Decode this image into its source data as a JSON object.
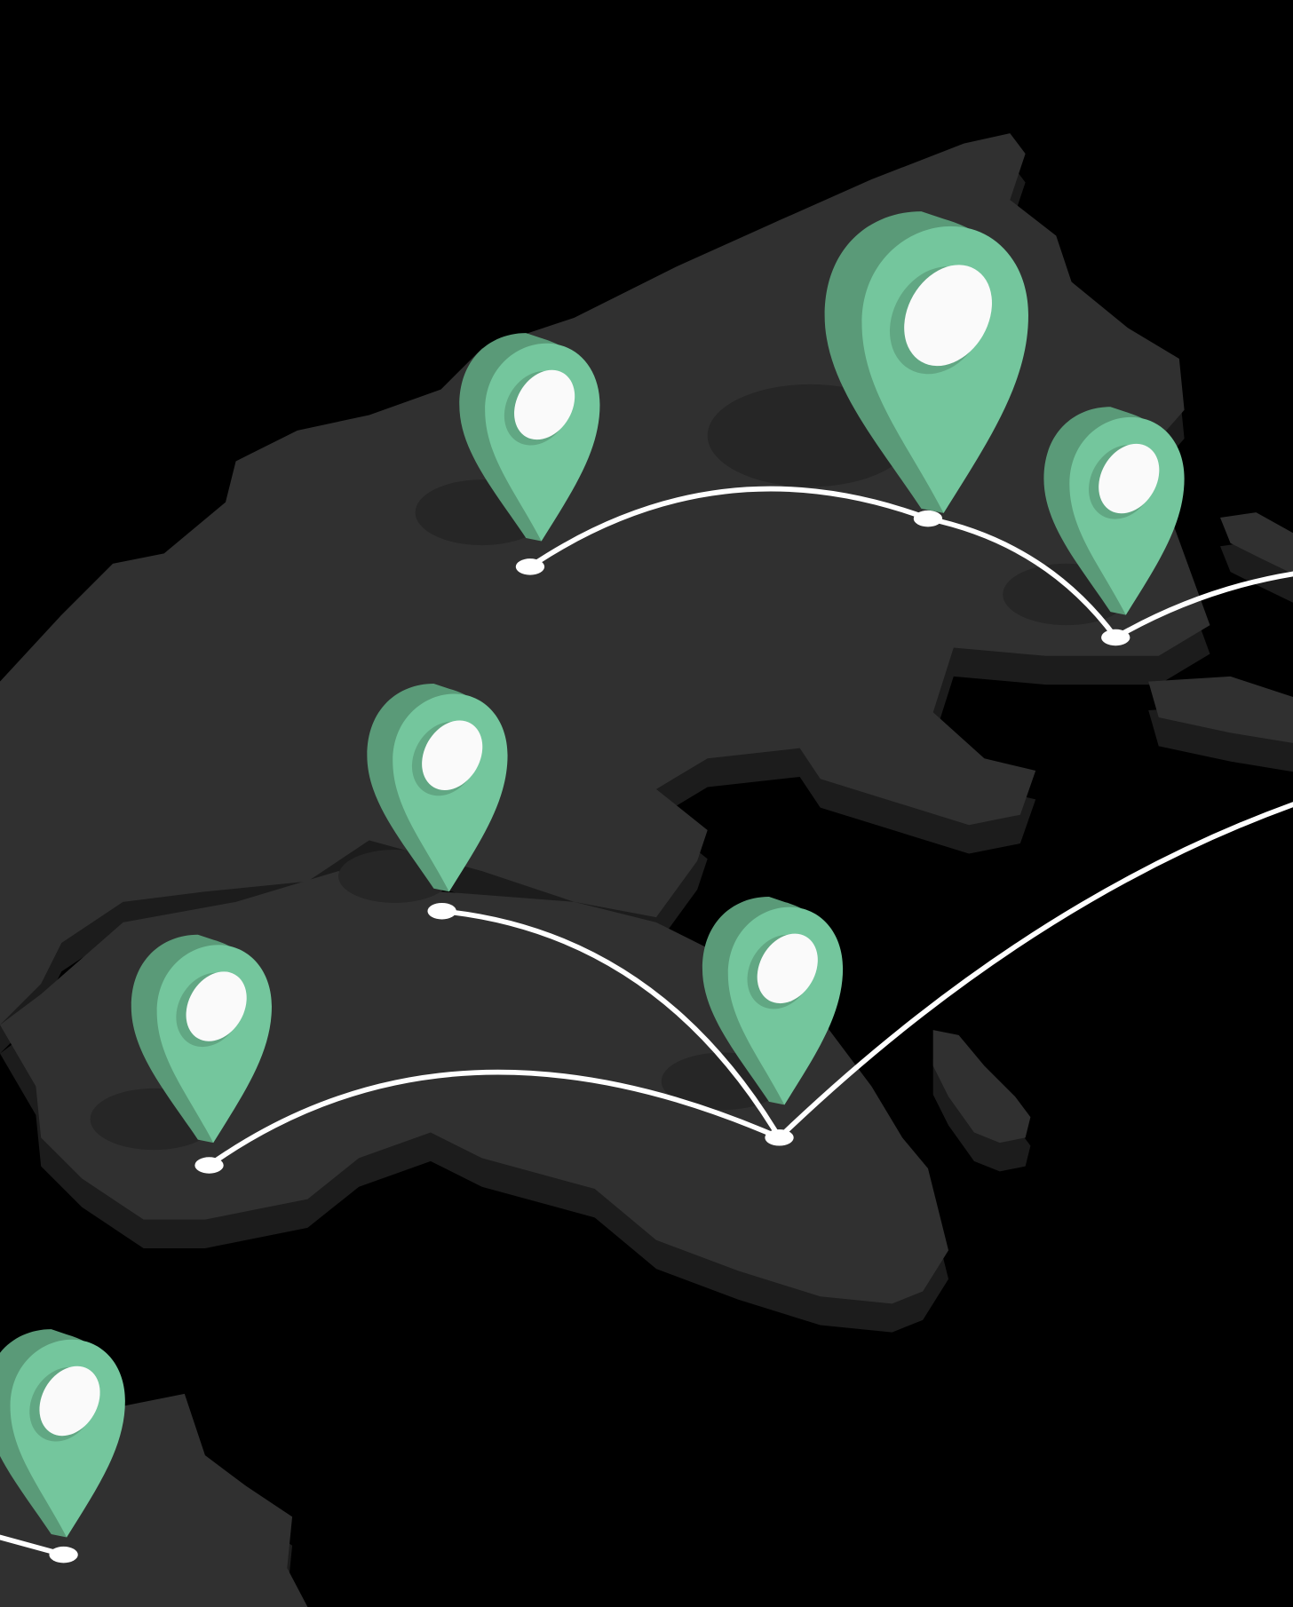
{
  "colors": {
    "background": "#000000",
    "land_top": "#303030",
    "land_side": "#1c1c1c",
    "land_shadow": "#262626",
    "pin_front": "#74c69d",
    "pin_side": "#5a9a78",
    "pin_hole": "#fafafa",
    "route": "#ffffff"
  },
  "icons": [
    "map-pin-icon"
  ],
  "pins": [
    {
      "id": "pin-1",
      "size": 1
    },
    {
      "id": "pin-2",
      "size": 1.45
    },
    {
      "id": "pin-3",
      "size": 1
    },
    {
      "id": "pin-4",
      "size": 1
    },
    {
      "id": "pin-5",
      "size": 1
    },
    {
      "id": "pin-6",
      "size": 1
    },
    {
      "id": "pin-7",
      "size": 1
    }
  ]
}
